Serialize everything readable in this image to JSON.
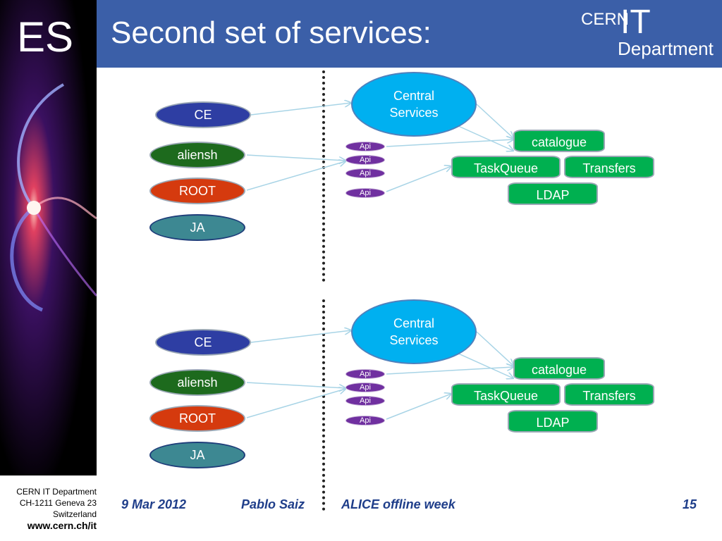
{
  "slide": {
    "label": "ES",
    "title": "Second set of services:"
  },
  "logo": {
    "cern": "CERN",
    "it": "IT",
    "department": "Department"
  },
  "diagrams": [
    {
      "clients": [
        "CE",
        "aliensh",
        "ROOT",
        "JA"
      ],
      "central": [
        "Central",
        "Services"
      ],
      "apis": [
        "Api",
        "Api",
        "Api",
        "Api"
      ],
      "services": {
        "catalogue": "catalogue",
        "taskqueue": "TaskQueue",
        "transfers": "Transfers",
        "ldap": "LDAP"
      }
    },
    {
      "clients": [
        "CE",
        "aliensh",
        "ROOT",
        "JA"
      ],
      "central": [
        "Central",
        "Services"
      ],
      "apis": [
        "Api",
        "Api",
        "Api",
        "Api"
      ],
      "services": {
        "catalogue": "catalogue",
        "taskqueue": "TaskQueue",
        "transfers": "Transfers",
        "ldap": "LDAP"
      }
    }
  ],
  "footer": {
    "dept_line1": "CERN IT Department",
    "dept_line2": "CH-1211 Geneva 23",
    "dept_line3": "Switzerland",
    "url": "www.cern.ch/it",
    "date": "9 Mar 2012",
    "author": "Pablo Saiz",
    "event": "ALICE offline week",
    "page": "15"
  },
  "colors": {
    "header": "#3b5fa8",
    "central": "#00b0f0",
    "service": "#00b050",
    "api": "#7030a0",
    "ce": "#2e3ea3",
    "aliensh": "#1d6a1d",
    "root": "#d53a0e",
    "ja": "#3d8892"
  }
}
